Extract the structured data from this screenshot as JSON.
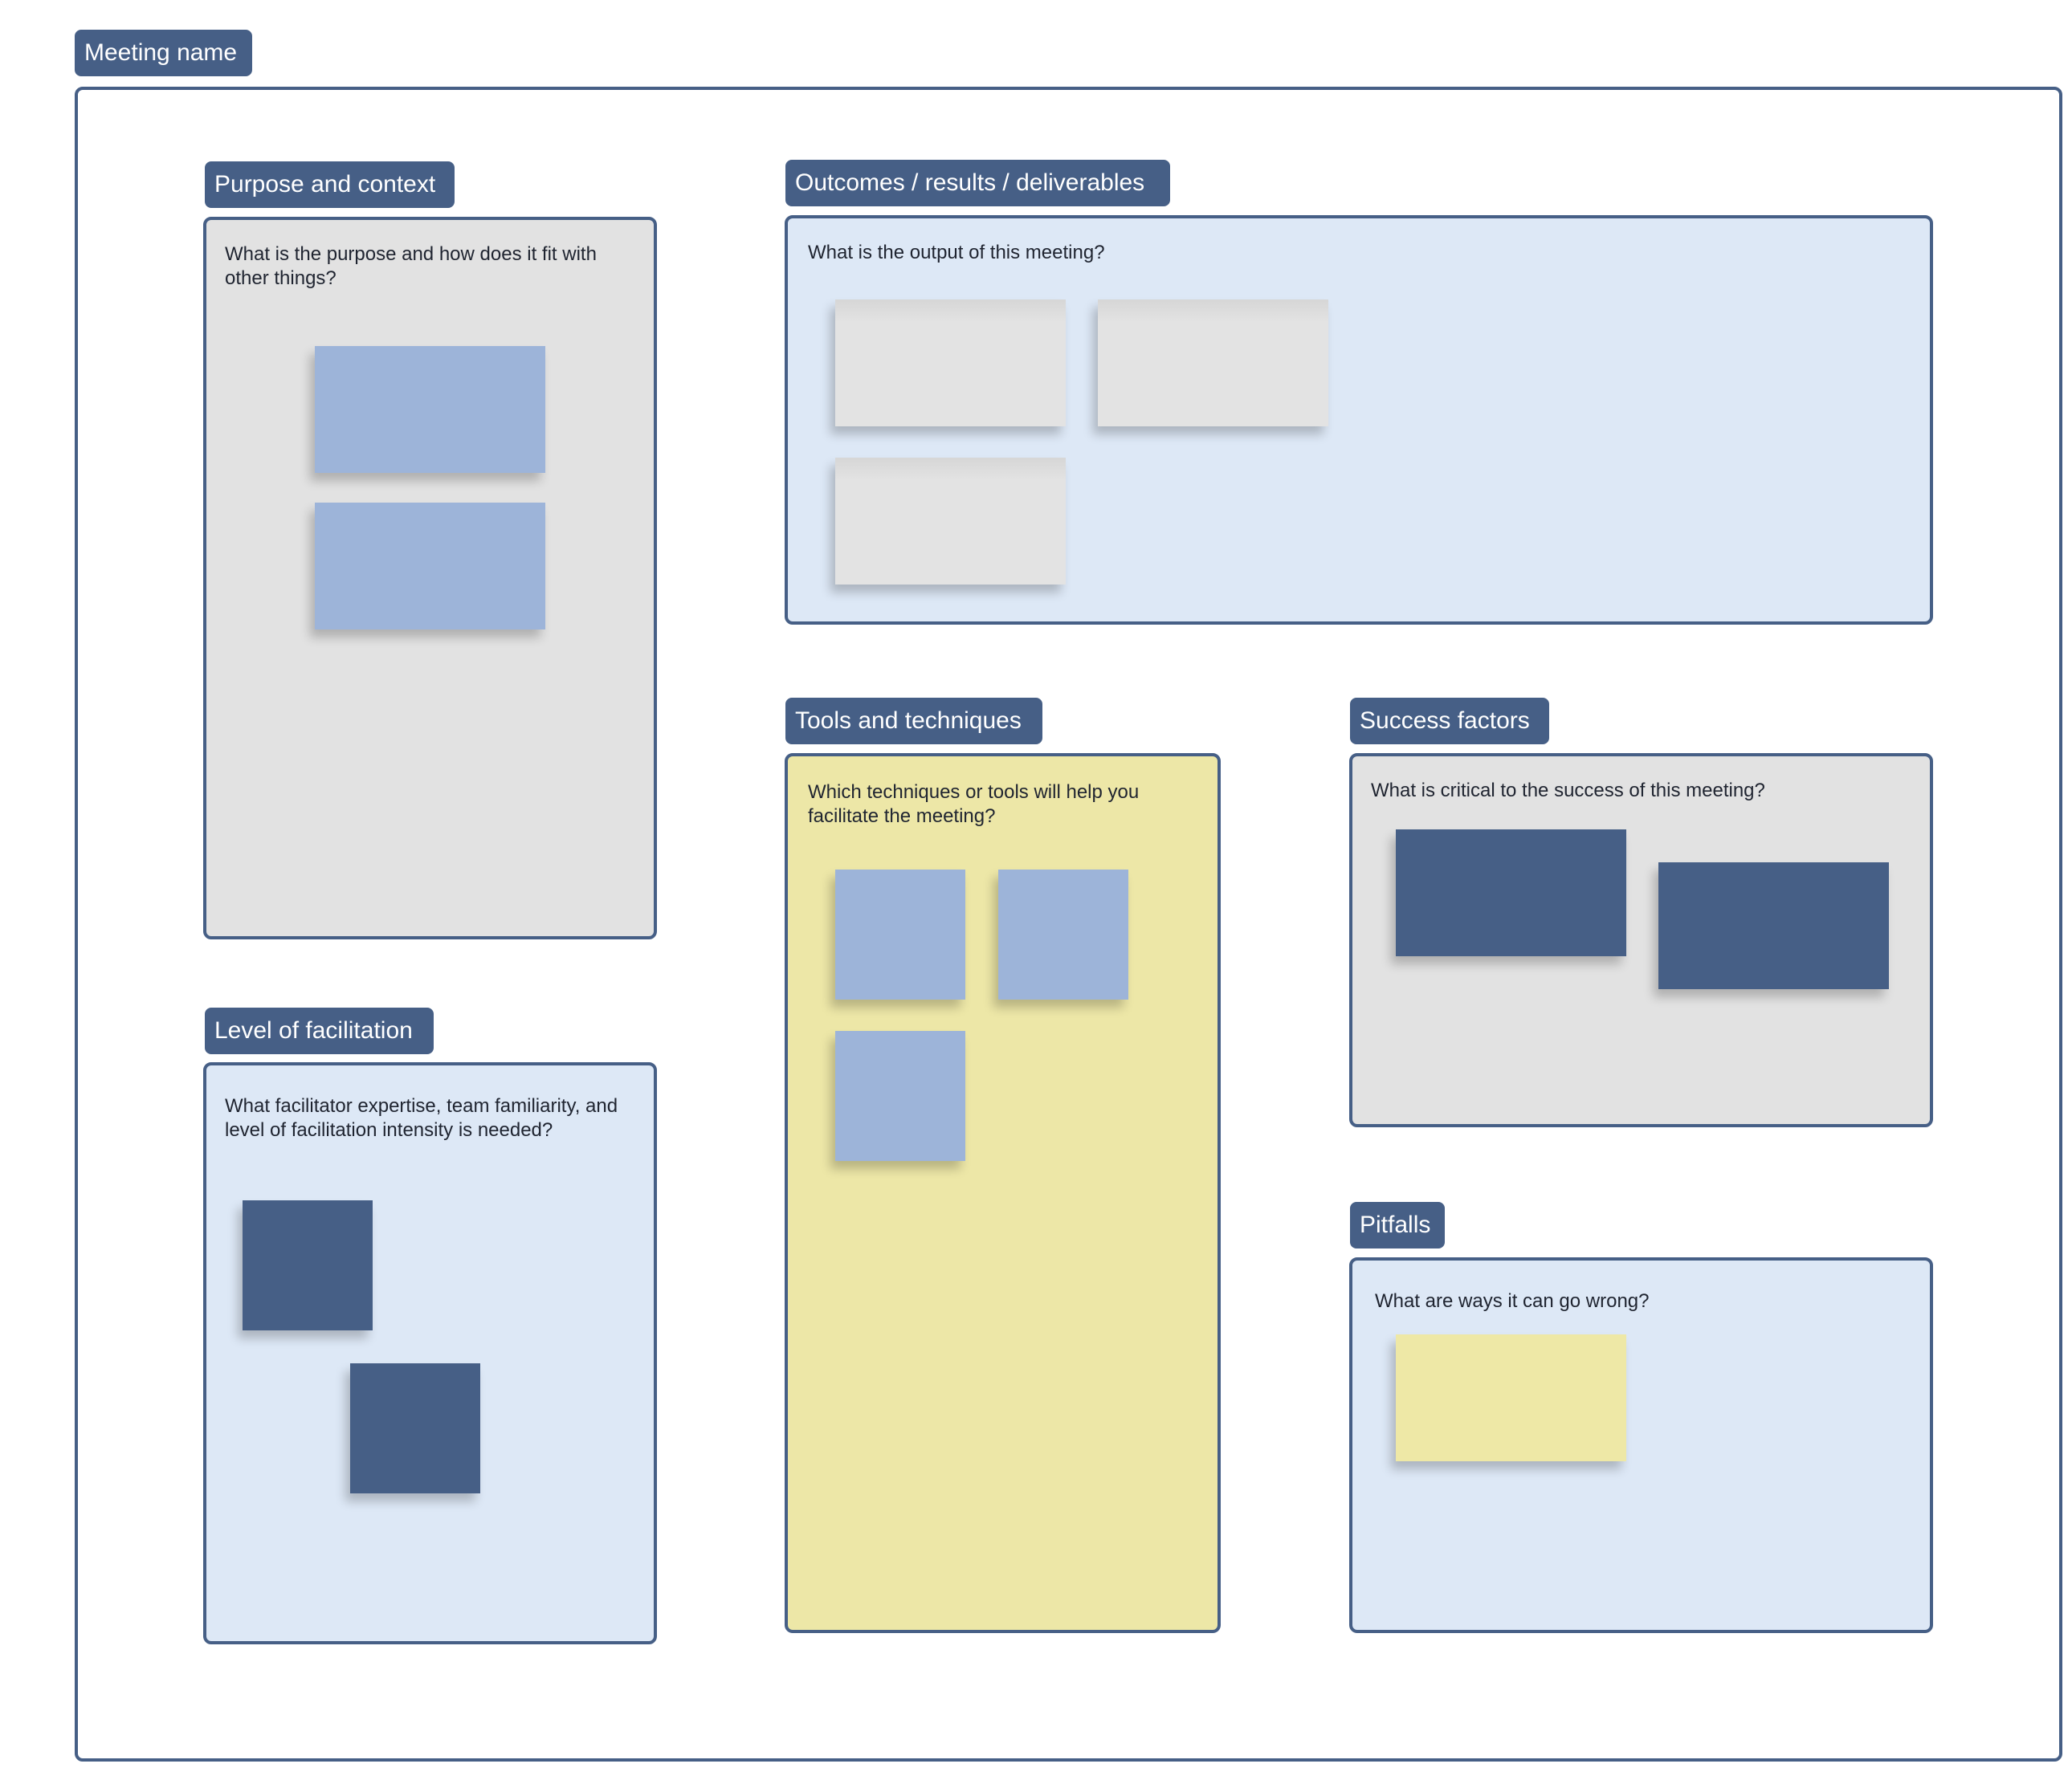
{
  "meeting": {
    "label": "Meeting name"
  },
  "sections": {
    "purpose": {
      "title": "Purpose and context",
      "prompt": "What is the purpose and how does it fit with other things?"
    },
    "outcomes": {
      "title": "Outcomes / results / deliverables",
      "prompt": "What is the output of this meeting?"
    },
    "tools": {
      "title": "Tools and techniques",
      "prompt": "Which techniques or tools will help you facilitate the meeting?"
    },
    "success": {
      "title": "Success factors",
      "prompt": "What is critical to the success of this meeting?"
    },
    "facilitation": {
      "title": "Level of facilitation",
      "prompt": "What facilitator expertise, team familiarity, and level of facilitation intensity is needed?"
    },
    "pitfalls": {
      "title": "Pitfalls",
      "prompt": "What are ways it can go wrong?"
    }
  },
  "colors": {
    "accent": "#465f86",
    "panel_gray": "#e2e2e2",
    "panel_blue": "#dde8f6",
    "panel_yellow": "#ede7a7",
    "sticky_gray": "#e1e1e1",
    "sticky_light_blue": "#9db4d9",
    "sticky_navy": "#465f86",
    "sticky_yellow": "#eee8a6"
  }
}
